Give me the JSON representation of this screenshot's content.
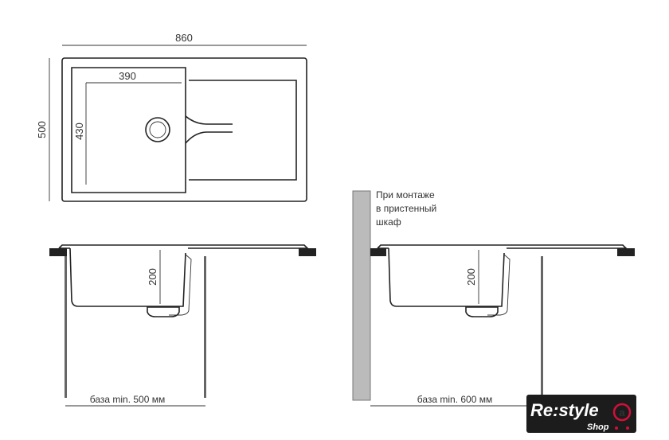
{
  "top_view": {
    "width_label": "860",
    "depth_label": "500",
    "bowl_width_label": "390",
    "bowl_length_label": "430"
  },
  "side_view_left": {
    "depth_label": "200",
    "base_label": "база min. 500 мм"
  },
  "side_view_right": {
    "depth_label": "200",
    "base_label": "база min. 600 мм",
    "note_lines": [
      "При монтаже",
      "в пристенный",
      "шкаф"
    ]
  },
  "logo": {
    "main": "Re:style",
    "sub": "Shop",
    "accent_color": "#d0103a"
  }
}
